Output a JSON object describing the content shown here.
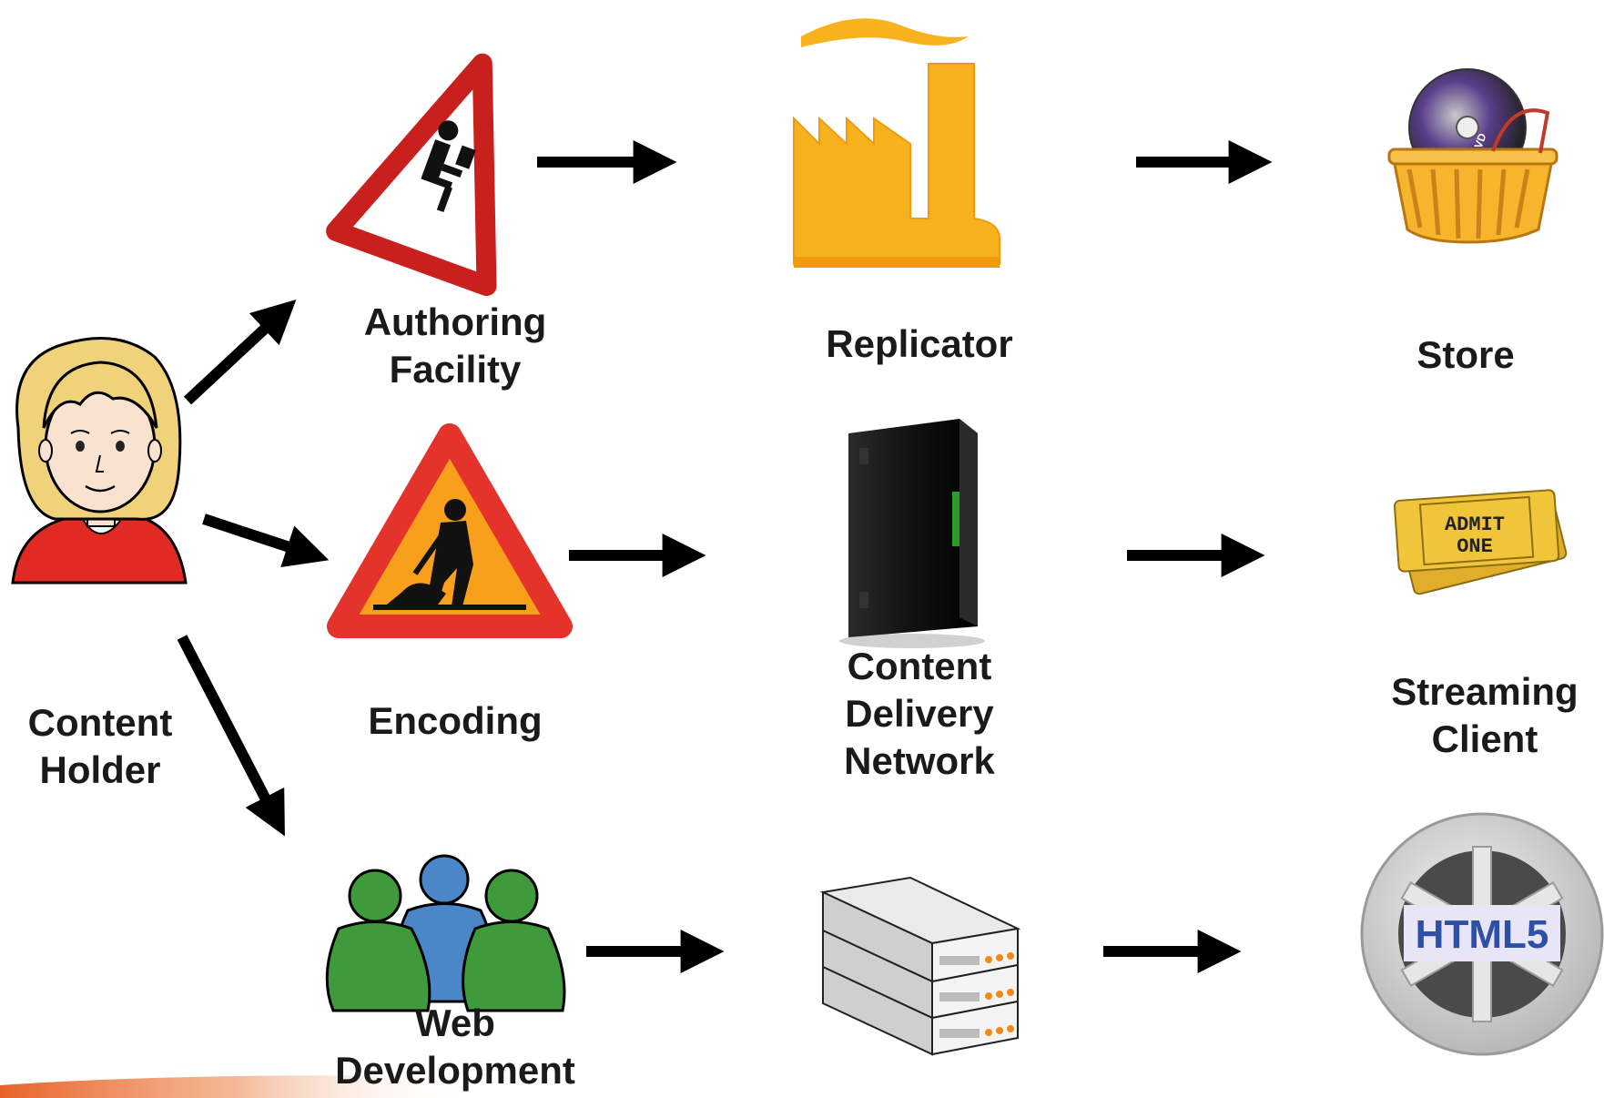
{
  "nodes": {
    "content_holder": {
      "label_lines": [
        "Content",
        "Holder"
      ],
      "icon": "person-avatar-icon"
    },
    "authoring": {
      "label_lines": [
        "Authoring",
        "Facility"
      ],
      "icon": "warning-sign-computer-user-icon"
    },
    "encoding": {
      "label_lines": [
        "Encoding"
      ],
      "icon": "roadworks-sign-icon"
    },
    "web_dev": {
      "label_lines": [
        "Web",
        "Development"
      ],
      "icon": "people-group-icon"
    },
    "replicator": {
      "label_lines": [
        "Replicator"
      ],
      "icon": "factory-icon"
    },
    "cdn": {
      "label_lines": [
        "Content",
        "Delivery",
        "Network"
      ],
      "icon": "server-tower-icon"
    },
    "web_server": {
      "label_lines": [],
      "icon": "rack-servers-icon"
    },
    "store": {
      "label_lines": [
        "Store"
      ],
      "icon": "shopping-basket-dvd-icon"
    },
    "streaming": {
      "label_lines": [
        "Streaming",
        "Client"
      ],
      "icon": "tickets-icon"
    },
    "html5": {
      "label_lines": [],
      "icon": "film-reel-icon"
    }
  },
  "ticket_text": [
    "ADMIT",
    "ONE"
  ],
  "dvd_text": "DVD",
  "html5_text": "HTML5",
  "colors": {
    "arrow": "#000000",
    "label": "#1a1a1a",
    "factory": "#f7b21d",
    "sign_red": "#e4332a",
    "sign_orange": "#f8a01c",
    "people_green": "#3f9a3c",
    "people_blue": "#4a86c8",
    "hair": "#f0d27a",
    "shirt": "#e12a24",
    "html5_text": "#2d4fa6",
    "ticket": "#f1c53a",
    "orange_bar": "#e8622a"
  }
}
